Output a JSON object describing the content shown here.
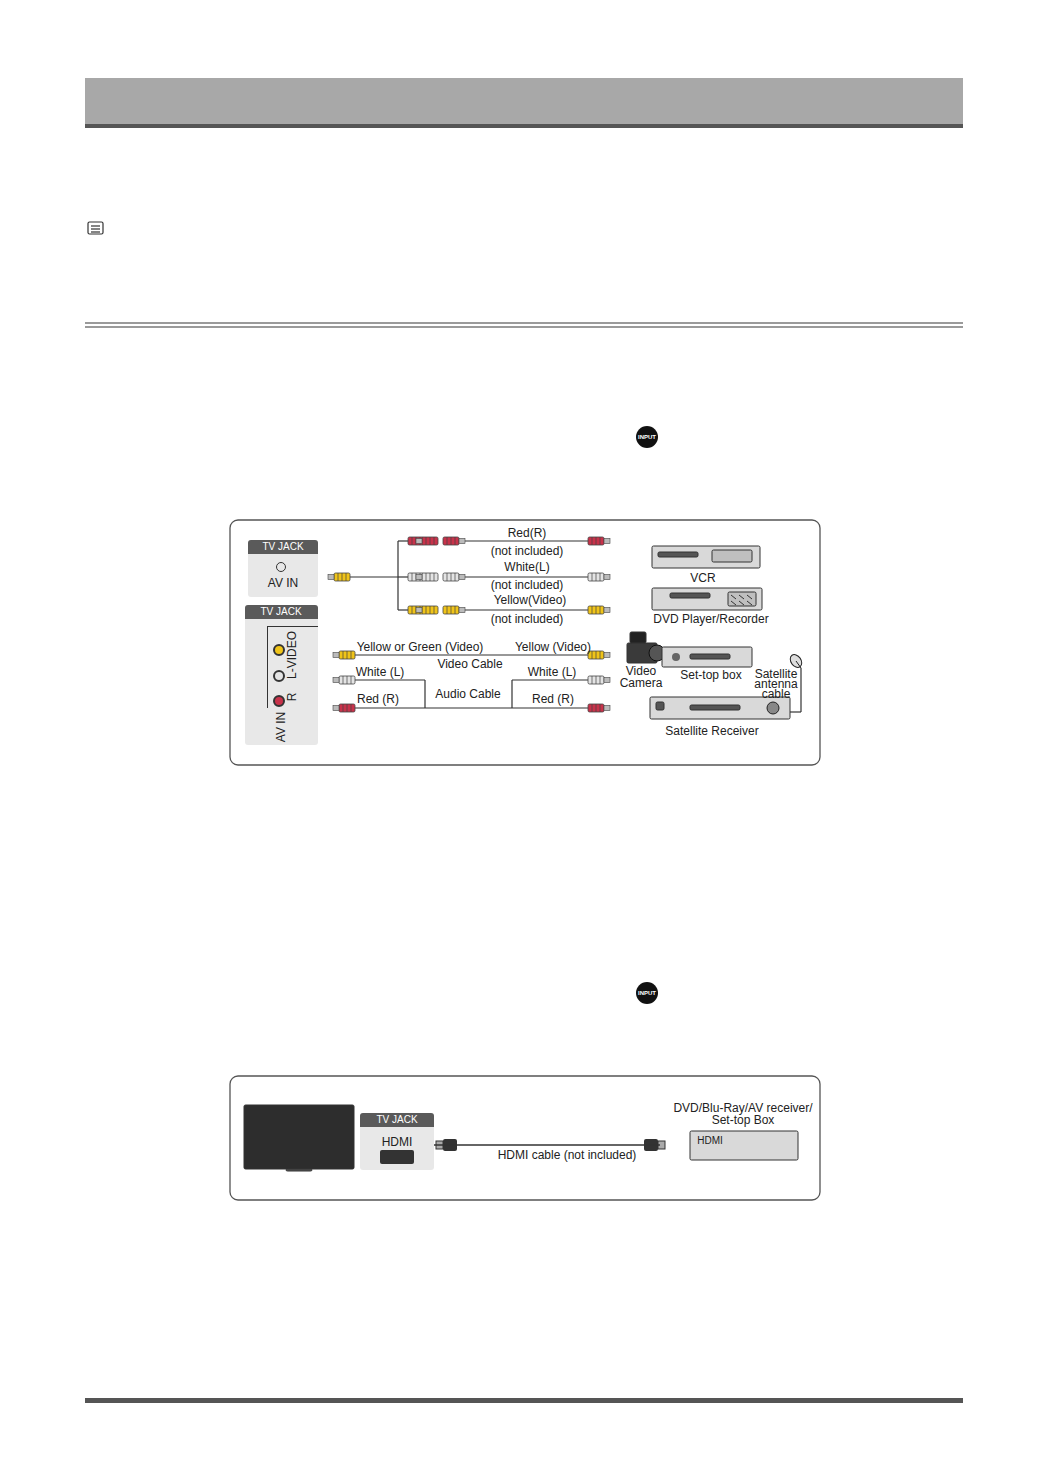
{
  "diagram": {
    "nodes": [
      {
        "text": [
          "TV JACK",
          "AV IN"
        ]
      },
      {
        "text": [
          "TV JACK",
          "AV IN",
          "L-VIDEO",
          "R"
        ]
      },
      {
        "text": [
          "VCR"
        ]
      },
      {
        "text": [
          "DVD Player/Recorder"
        ]
      },
      {
        "text": [
          "Video Camera"
        ]
      },
      {
        "text": [
          "Set-top box"
        ]
      },
      {
        "text": [
          "Satellite Receiver"
        ]
      },
      {
        "text": [
          "TV JACK",
          "HDMI"
        ]
      },
      {
        "text": [
          "DVD/Blu-Ray/AV receiver/ Set-top Box",
          "HDMI"
        ]
      }
    ],
    "edges": [
      {
        "from": 7,
        "to": 8,
        "label": "HDMI cable (not included)",
        "arrow": "none"
      }
    ],
    "labels": [
      "INPUT",
      "Red(R)",
      "(not included)",
      "White(L)",
      "(not included)",
      "Yellow(Video)",
      "(not included)",
      "Yellow or Green (Video)",
      "Yellow (Video)",
      "Video Cable",
      "White (L)",
      "White (L)",
      "Audio Cable",
      "Red (R)",
      "Red (R)",
      "Satellite antenna cable",
      "INPUT"
    ]
  }
}
